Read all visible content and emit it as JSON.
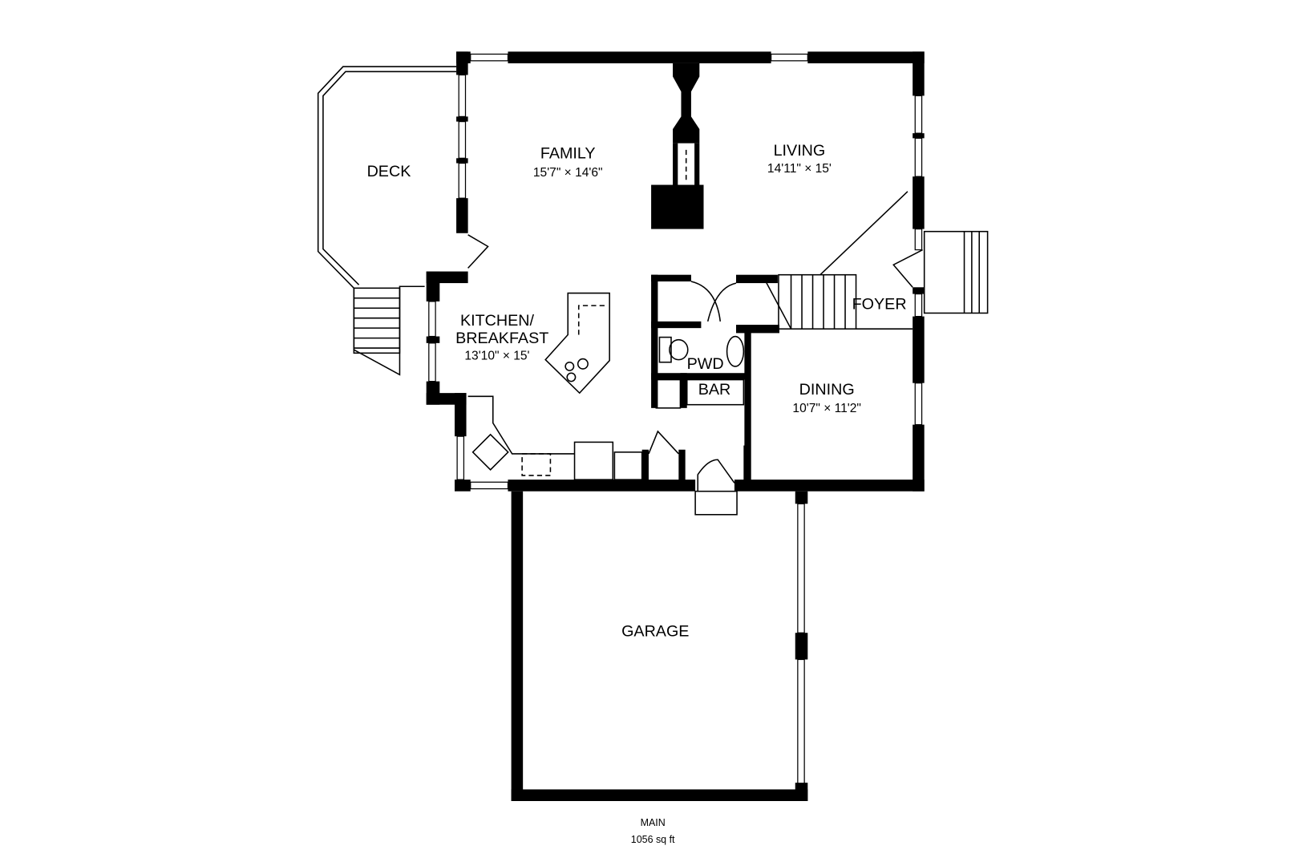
{
  "floor": {
    "name": "MAIN",
    "area": "1056 sq ft"
  },
  "rooms": {
    "family": {
      "name": "FAMILY",
      "size": "15'7\" × 14'6\""
    },
    "living": {
      "name": "LIVING",
      "size": "14'11\" × 15'"
    },
    "deck": {
      "name": "DECK"
    },
    "kitchen": {
      "name_line1": "KITCHEN/",
      "name_line2": "BREAKFAST",
      "size": "13'10\" × 15'"
    },
    "pwd": {
      "name": "PWD"
    },
    "bar": {
      "name": "BAR"
    },
    "foyer": {
      "name": "FOYER"
    },
    "dining": {
      "name": "DINING",
      "size": "10'7\" × 11'2\""
    },
    "garage": {
      "name": "GARAGE"
    }
  }
}
